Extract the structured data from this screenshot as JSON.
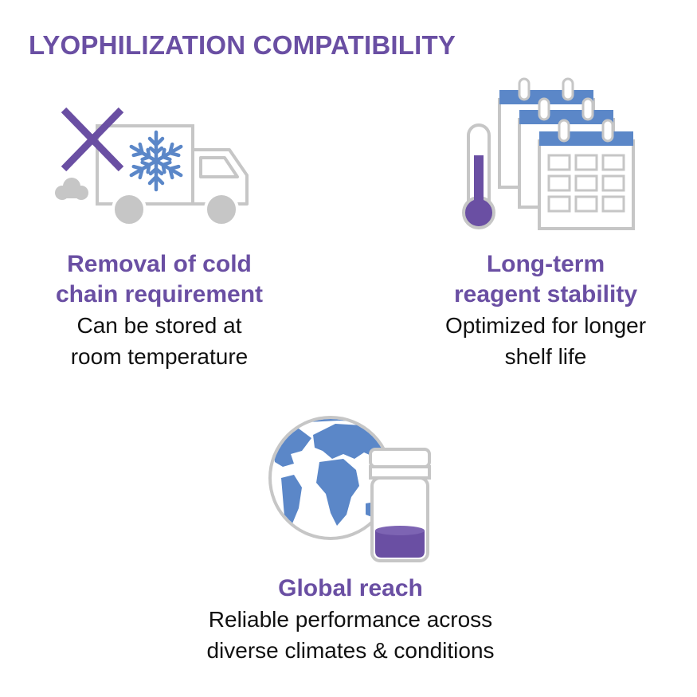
{
  "title": "LYOPHILIZATION COMPATIBILITY",
  "colors": {
    "accent": "#6a4fa3",
    "icon_blue": "#5b87c8",
    "icon_gray": "#c6c6c6"
  },
  "features": [
    {
      "icon": "refrigerated-truck-crossed-icon",
      "heading_line1": "Removal of cold",
      "heading_line2": "chain requirement",
      "desc_line1": "Can be stored at",
      "desc_line2": "room temperature"
    },
    {
      "icon": "thermometer-calendar-icon",
      "heading_line1": "Long-term",
      "heading_line2": "reagent stability",
      "desc_line1": "Optimized for longer",
      "desc_line2": "shelf life"
    },
    {
      "icon": "globe-vial-icon",
      "heading_line1": "Global reach",
      "desc_line1": "Reliable performance across",
      "desc_line2": "diverse climates & conditions"
    }
  ]
}
